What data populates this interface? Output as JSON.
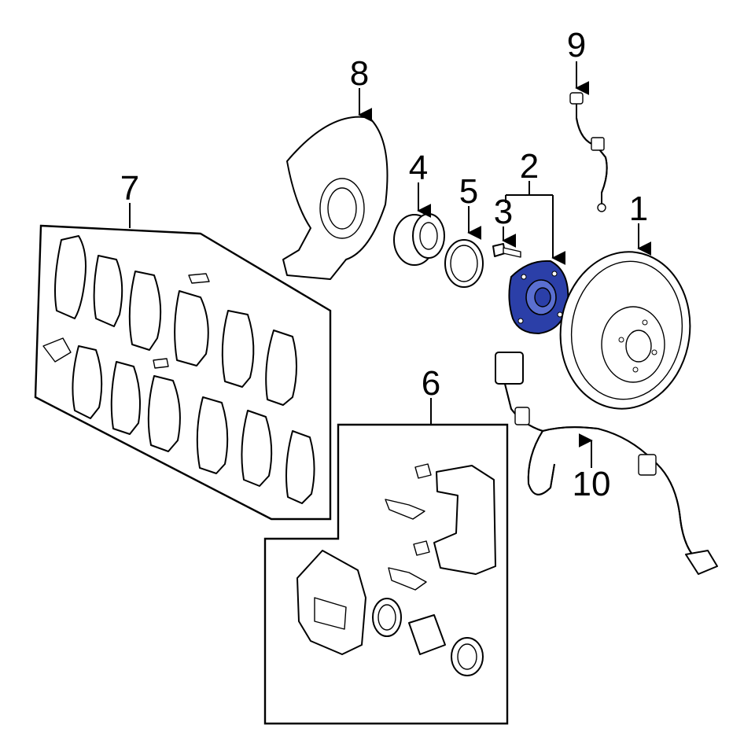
{
  "callouts": [
    {
      "id": "1",
      "label": "1"
    },
    {
      "id": "2",
      "label": "2"
    },
    {
      "id": "3",
      "label": "3"
    },
    {
      "id": "4",
      "label": "4"
    },
    {
      "id": "5",
      "label": "5"
    },
    {
      "id": "6",
      "label": "6"
    },
    {
      "id": "7",
      "label": "7"
    },
    {
      "id": "8",
      "label": "8"
    },
    {
      "id": "9",
      "label": "9"
    },
    {
      "id": "10",
      "label": "10"
    }
  ],
  "colors": {
    "highlight": "#2b3fa8",
    "highlight_light": "#5a6fd0",
    "line": "#000000",
    "background": "#ffffff"
  },
  "highlighted_part": "2"
}
